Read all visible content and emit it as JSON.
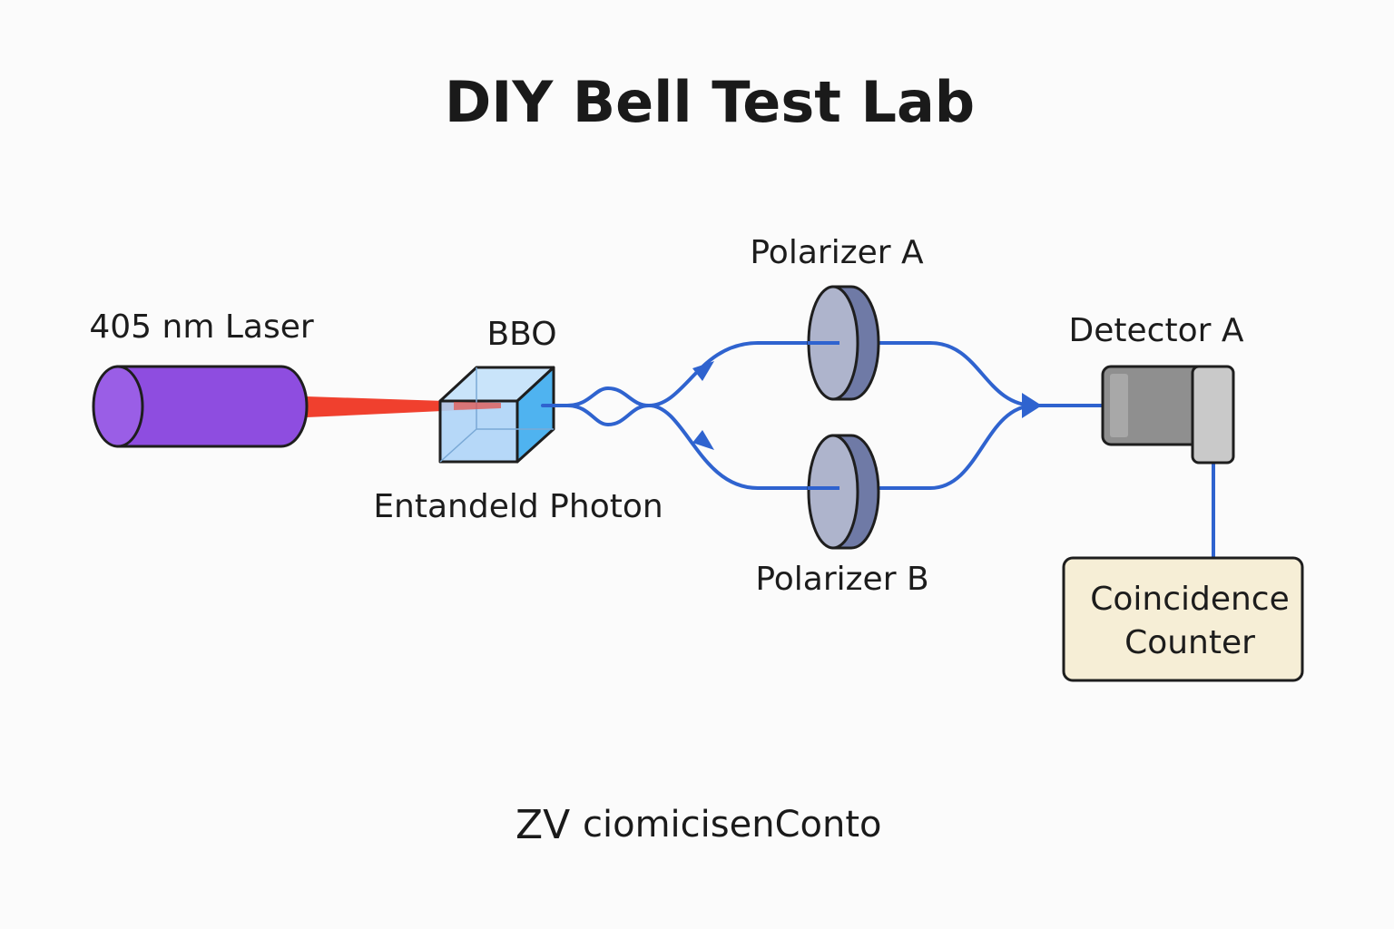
{
  "title": "DIY Bell Test Lab",
  "labels": {
    "laser": "405 nm Laser",
    "bbo": "BBO",
    "photon": "Entandeld Photon",
    "polarizer_a": "Polarizer A",
    "polarizer_b": "Polarizer B",
    "detector_a": "Detector A",
    "counter_line1": "Coincidence",
    "counter_line2": "Counter"
  },
  "footer": {
    "logo_mark": "ZV",
    "logo_text": "ciomicisenConto"
  },
  "colors": {
    "laser_body": "#8e4de0",
    "laser_beam": "#f0402e",
    "fiber": "#2f63cf",
    "crystal": "#aed4f7",
    "crystal_side": "#4fb3f0",
    "polarizer": "#aeb4cc",
    "polarizer_edge": "#6f7aa6",
    "detector": "#8f8f8f",
    "counter_bg": "#f6eed6",
    "outline": "#1e1e1e"
  }
}
